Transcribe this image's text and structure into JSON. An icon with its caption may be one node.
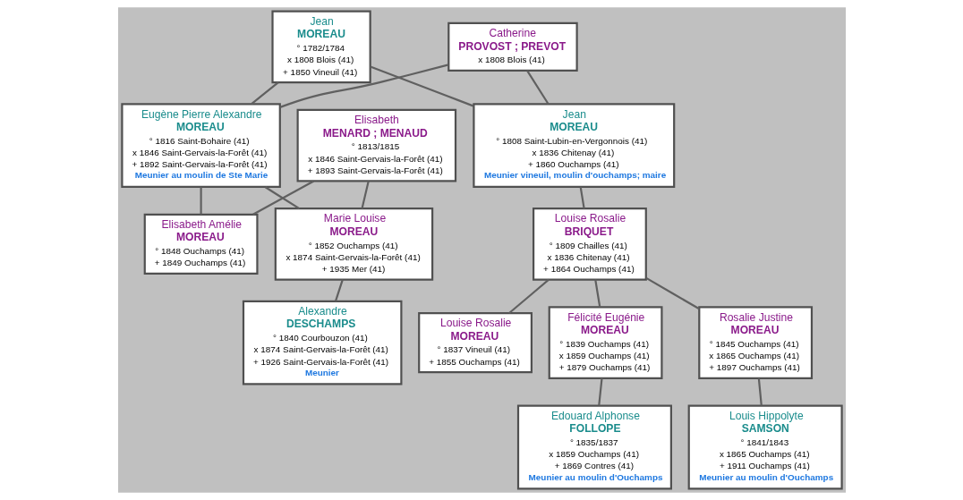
{
  "diagram": {
    "nodes": [
      {
        "text": [
          "Jean",
          "MOREAU",
          "° 1782/1784",
          "x 1808 Blois (41)",
          "+ 1850 Vineuil (41)"
        ]
      },
      {
        "text": [
          "Catherine",
          "PROVOST ; PREVOT",
          "x 1808 Blois (41)"
        ]
      },
      {
        "text": [
          "Jean",
          "MOREAU",
          "° 1808 Saint-Lubin-en-Vergonnois (41)",
          "x 1836 Chitenay (41)",
          "+ 1860 Ouchamps (41)",
          "Meunier vineuil, moulin d'ouchamps; maire"
        ]
      },
      {
        "text": [
          "Eugène Pierre Alexandre",
          "MOREAU",
          "° 1816 Saint-Bohaire (41)",
          "x 1846 Saint-Gervais-la-Forêt (41)",
          "+ 1892 Saint-Gervais-la-Forêt (41)",
          "Meunier au moulin de Ste Marie"
        ]
      },
      {
        "text": [
          "Elisabeth",
          "MENARD ; MENAUD",
          "° 1813/1815",
          "x 1846 Saint-Gervais-la-Forêt (41)",
          "+ 1893 Saint-Gervais-la-Forêt (41)"
        ]
      },
      {
        "text": [
          "Louise Rosalie",
          "BRIQUET",
          "° 1809 Chailles (41)",
          "x 1836 Chitenay (41)",
          "+ 1864 Ouchamps (41)"
        ]
      },
      {
        "text": [
          "Elisabeth Amélie",
          "MOREAU",
          "° 1848 Ouchamps (41)",
          "+ 1849 Ouchamps (41)"
        ]
      },
      {
        "text": [
          "Marie Louise",
          "MOREAU",
          "° 1852 Ouchamps (41)",
          "x 1874 Saint-Gervais-la-Forêt (41)",
          "+ 1935 Mer (41)"
        ]
      },
      {
        "text": [
          "Louise Rosalie",
          "MOREAU",
          "° 1837 Vineuil (41)",
          "+ 1855 Ouchamps (41)"
        ]
      },
      {
        "text": [
          "Félicité Eugénie",
          "MOREAU",
          "° 1839 Ouchamps (41)",
          "x 1859 Ouchamps (41)",
          "+ 1879 Ouchamps (41)"
        ]
      },
      {
        "text": [
          "Rosalie Justine",
          "MOREAU",
          "° 1845 Ouchamps (41)",
          "x 1865 Ouchamps (41)",
          "+ 1897 Ouchamps (41)"
        ]
      },
      {
        "text": [
          "Alexandre",
          "DESCHAMPS",
          "° 1840 Courbouzon (41)",
          "x 1874 Saint-Gervais-la-Forêt (41)",
          "+ 1926 Saint-Gervais-la-Forêt (41)",
          "Meunier"
        ]
      },
      {
        "text": [
          "Edouard Alphonse",
          "FOLLOPE",
          "° 1835/1837",
          "x 1859 Ouchamps (41)",
          "+ 1869 Contres (41)",
          "Meunier au moulin d'Ouchamps"
        ]
      },
      {
        "text": [
          "Louis Hippolyte",
          "SAMSON",
          "° 1841/1843",
          "x 1865 Ouchamps (41)",
          "+ 1911 Ouchamps (41)",
          "Meunier au moulin d'Ouchamps"
        ]
      }
    ],
    "edges": [
      {
        "from": 0,
        "to": 2,
        "arrow": "none"
      },
      {
        "from": 1,
        "to": 2,
        "arrow": "none"
      },
      {
        "from": 0,
        "to": 3,
        "arrow": "none"
      },
      {
        "from": 1,
        "to": 3,
        "arrow": "none"
      },
      {
        "from": 2,
        "to": 5,
        "arrow": "none"
      },
      {
        "from": 3,
        "to": 6,
        "arrow": "none"
      },
      {
        "from": 4,
        "to": 6,
        "arrow": "none"
      },
      {
        "from": 3,
        "to": 7,
        "arrow": "none"
      },
      {
        "from": 4,
        "to": 7,
        "arrow": "none"
      },
      {
        "from": 5,
        "to": 8,
        "arrow": "none"
      },
      {
        "from": 5,
        "to": 9,
        "arrow": "none"
      },
      {
        "from": 5,
        "to": 10,
        "arrow": "none"
      },
      {
        "from": 7,
        "to": 11,
        "arrow": "none"
      },
      {
        "from": 9,
        "to": 12,
        "arrow": "none"
      },
      {
        "from": 10,
        "to": 13,
        "arrow": "none"
      }
    ]
  }
}
